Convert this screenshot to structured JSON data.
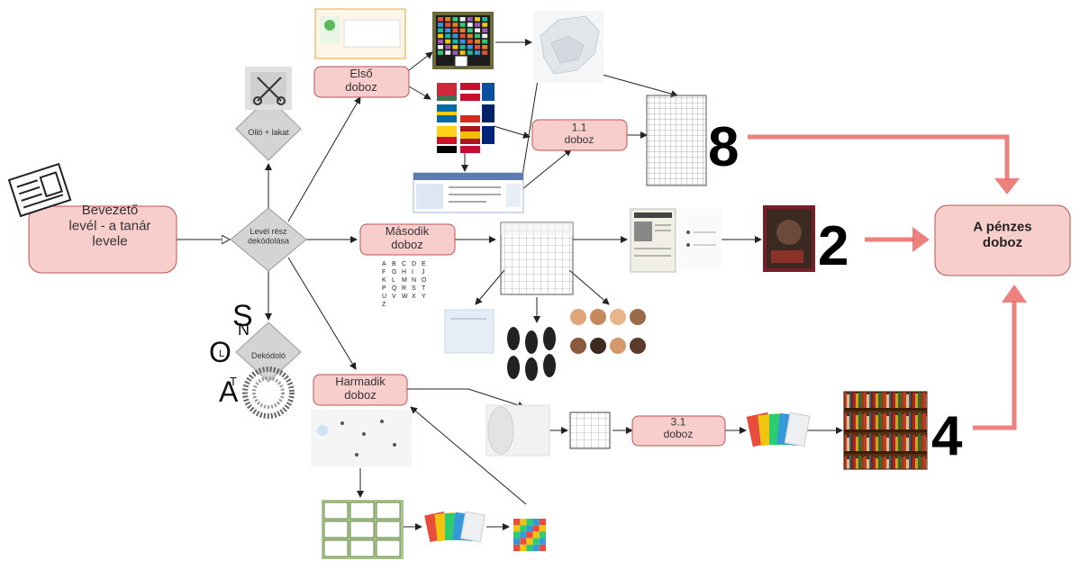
{
  "nodes": {
    "intro": "Bevezető\nlevél - a tanár\nlevele",
    "decode_part": "Levél rész\ndekódolása",
    "scissors_lock": "Olló + lakat",
    "decoder": "Dekódoló",
    "box1": "Első\ndoboz",
    "box11": "1.1\ndoboz",
    "box2": "Második\ndoboz",
    "box3": "Harmadik\ndoboz",
    "box31": "3.1\ndoboz",
    "money_box": "A pénzes\ndoboz"
  },
  "numbers": {
    "n8": "8",
    "n2": "2",
    "n4": "4"
  },
  "decoder_letters": {
    "s": "S",
    "n": "N",
    "o": "O",
    "l": "L",
    "a": "A",
    "t": "T"
  },
  "cipher_letters": [
    "A",
    "B",
    "C",
    "D",
    "E",
    "F",
    "G",
    "H",
    "I",
    "J",
    "K",
    "L",
    "M",
    "N",
    "O",
    "P",
    "Q",
    "R",
    "S",
    "T",
    "U",
    "V",
    "W",
    "X",
    "Y",
    "Z"
  ],
  "colors": {
    "box_fill": "#f8cecc",
    "box_stroke": "#b85450",
    "diamond_fill": "#d4d4d4",
    "diamond_stroke": "#999999",
    "accent_arrow": "#ea6b66"
  }
}
